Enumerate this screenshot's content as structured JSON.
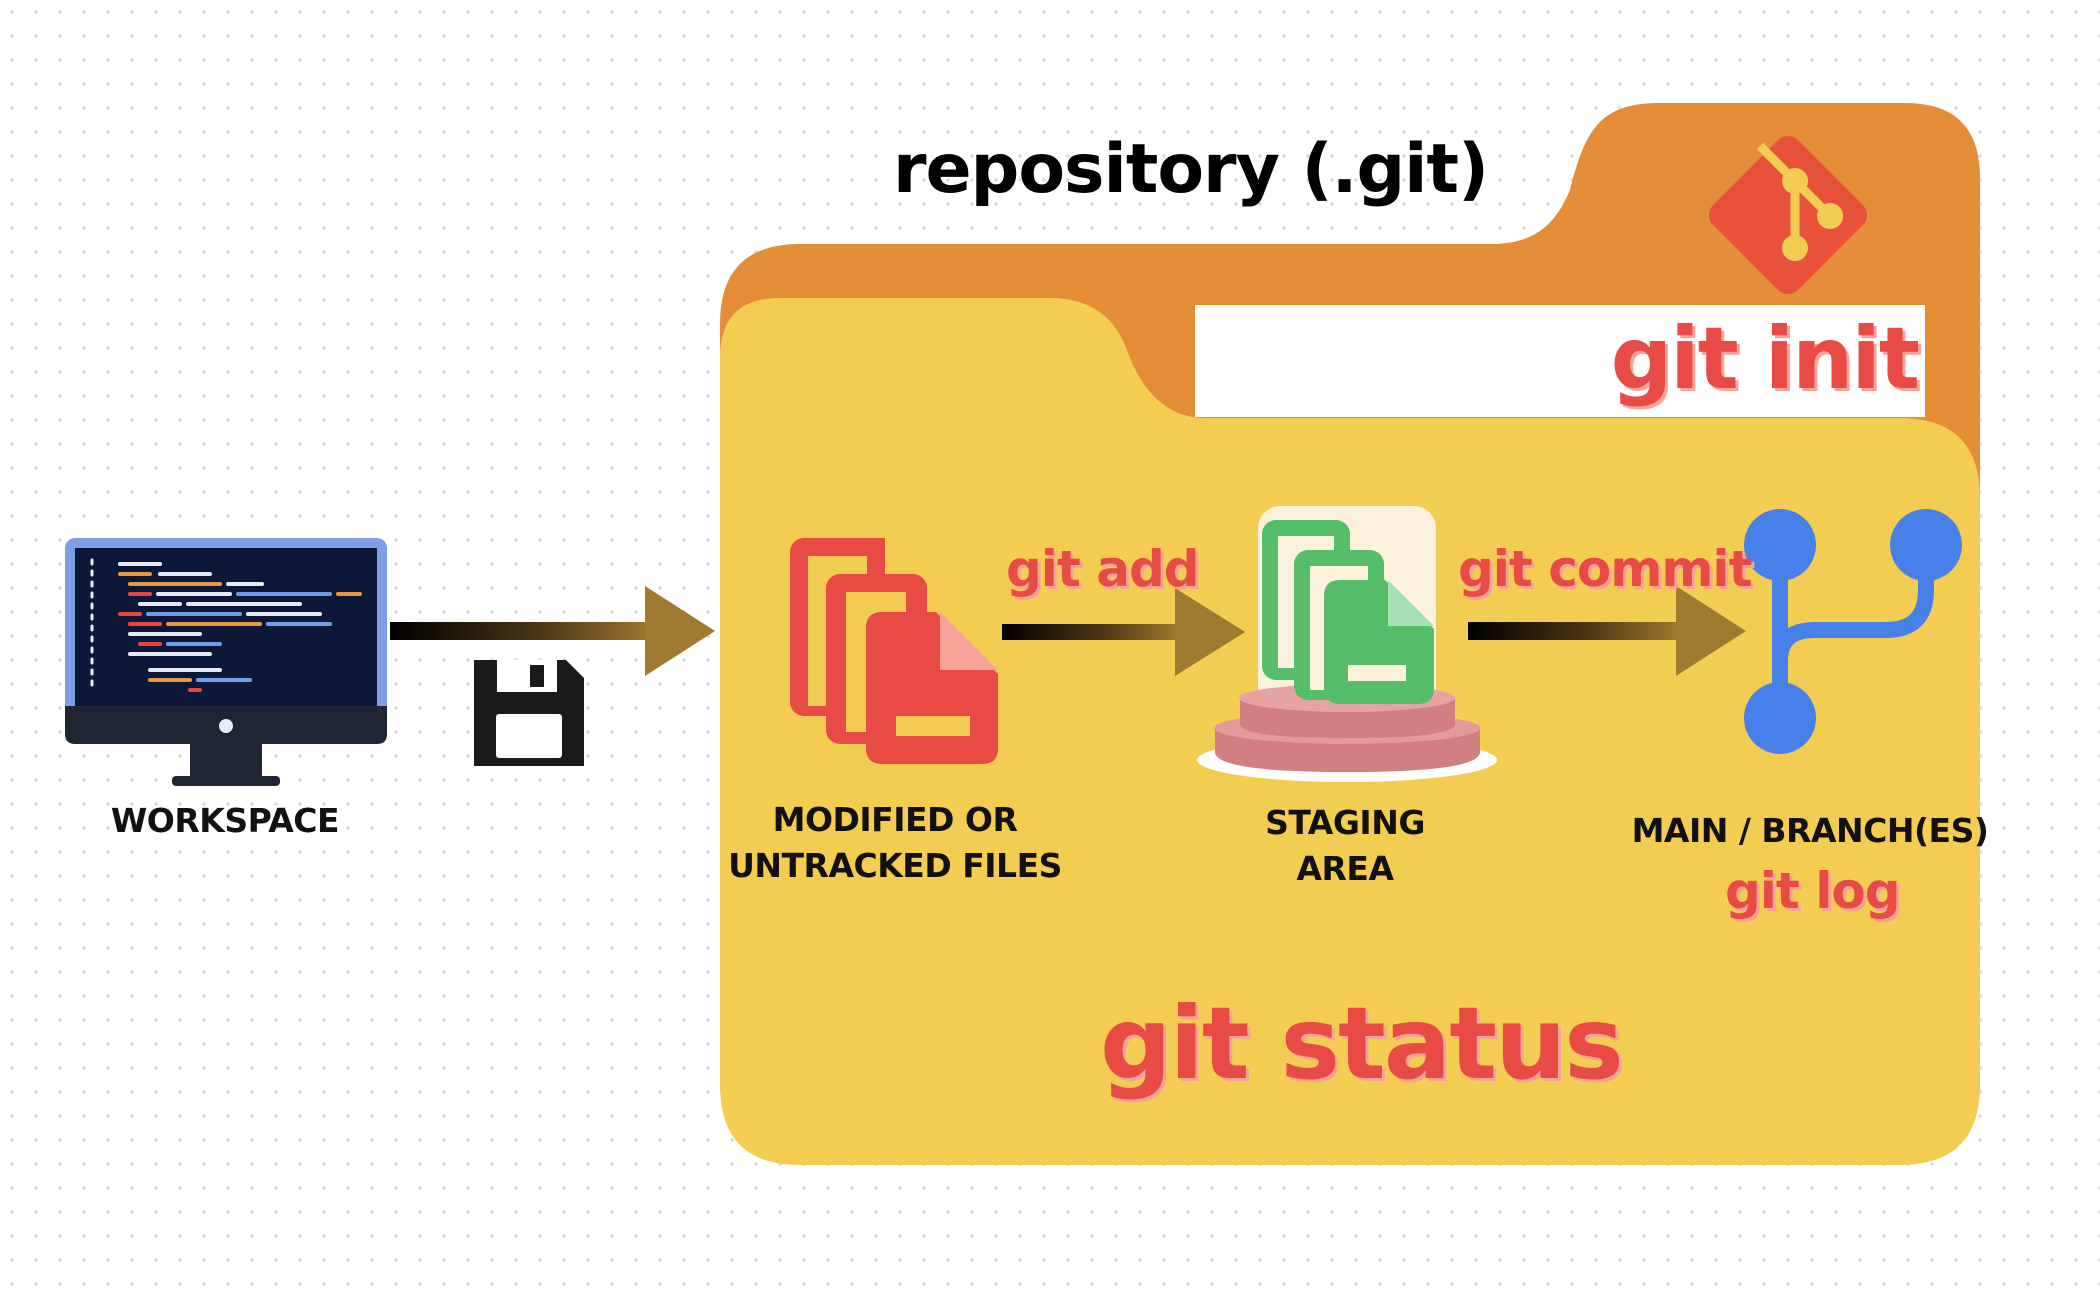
{
  "title": "repository (.git)",
  "commands": {
    "init": "git init",
    "add": "git add",
    "commit": "git commit",
    "log": "git log",
    "status": "git status"
  },
  "labels": {
    "workspace": "WORKSPACE",
    "modified_line1": "MODIFIED OR",
    "modified_line2": "UNTRACKED FILES",
    "staging_line1": "STAGING",
    "staging_line2": "AREA",
    "branch": "MAIN / BRANCH(ES)"
  },
  "icons": {
    "workspace": "monitor-icon",
    "save": "floppy-disk-icon",
    "modified_files": "stacked-files-icon",
    "staged_files": "staged-files-on-podium-icon",
    "branch": "git-branch-icon",
    "logo": "git-logo-icon"
  },
  "colors": {
    "folder_back": "#e48c36",
    "folder_front": "#f3cd52",
    "command_text": "#e84a45",
    "modified_files": "#e84a45",
    "staged_files": "#56bd6b",
    "branch": "#4680e8",
    "arrow_head": "#a07a30"
  }
}
